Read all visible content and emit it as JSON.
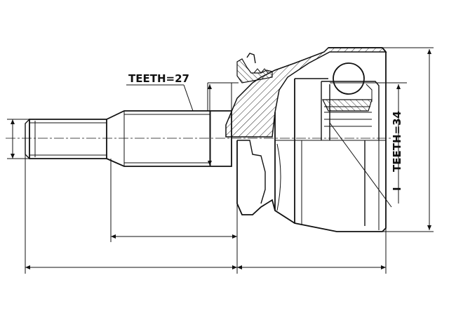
{
  "labels": {
    "teeth_outer": "TEETH=27",
    "teeth_inner": "TEETH=34",
    "section_mark": "I"
  }
}
